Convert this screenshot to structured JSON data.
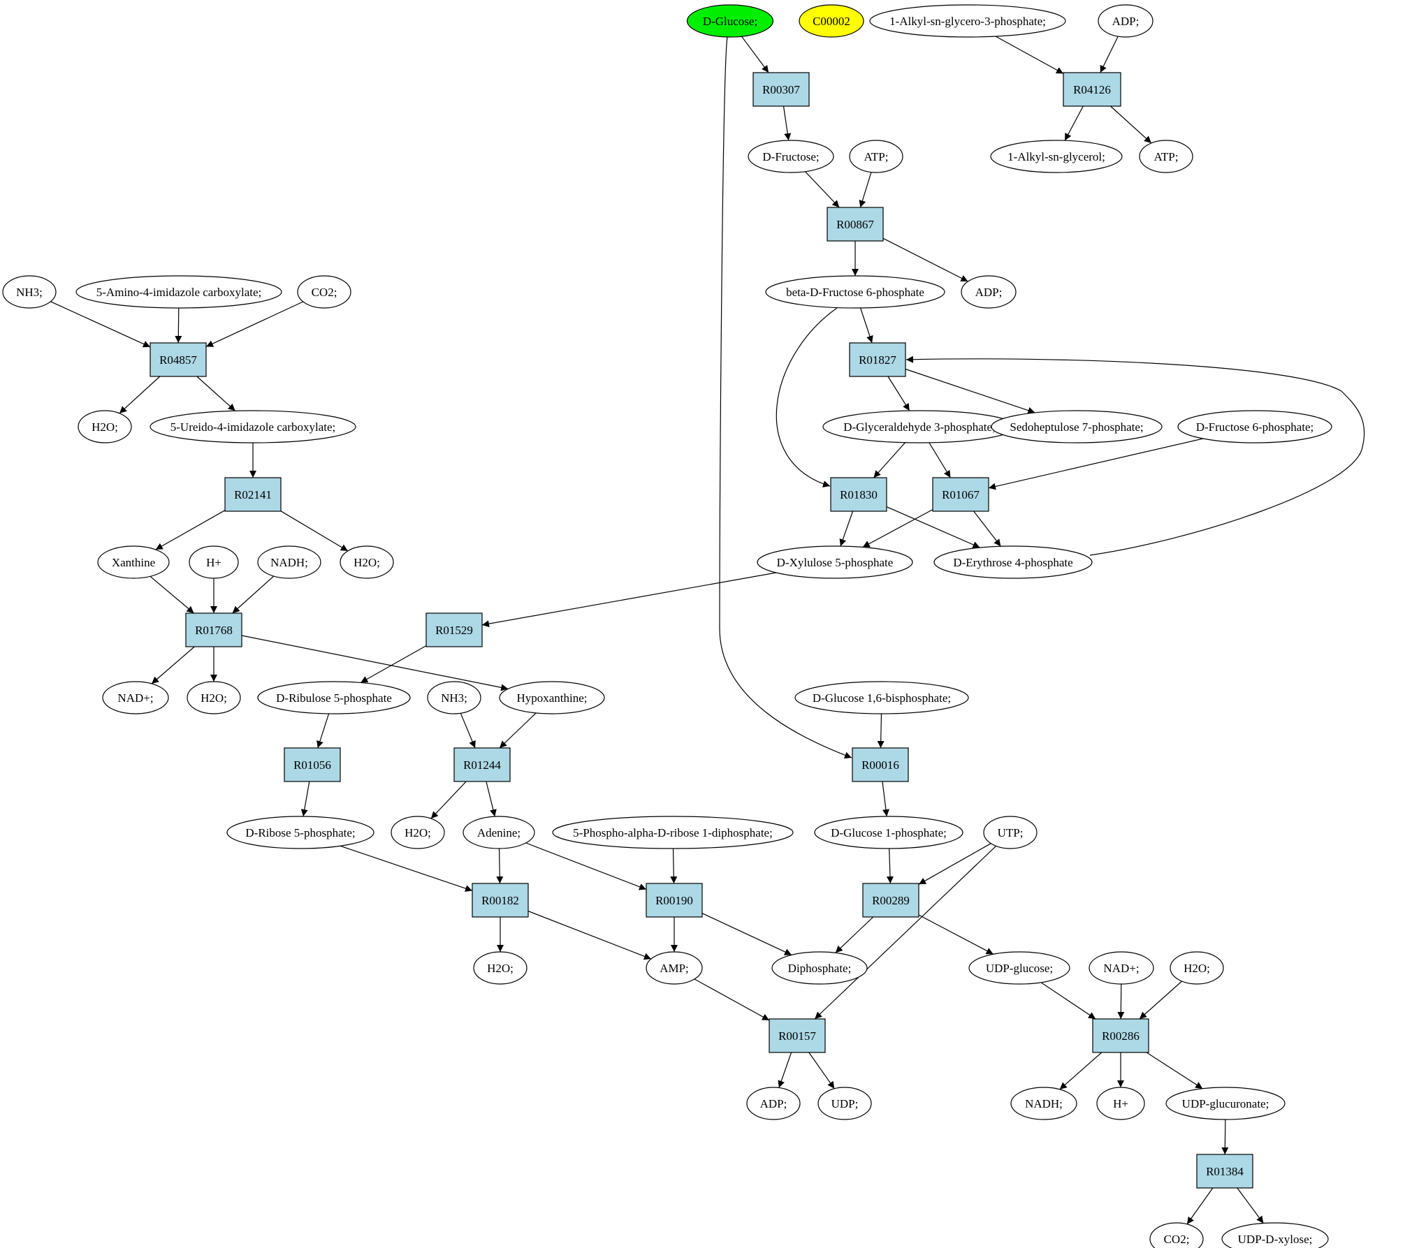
{
  "colors": {
    "reaction_fill": "#add8e6",
    "compound_fill": "#ffffff",
    "highlight_green": "#00ee00",
    "highlight_yellow": "#ffff00"
  },
  "nodes": [
    {
      "id": "D-Glucose",
      "label": "D-Glucose;",
      "kind": "compound",
      "fill": "#00ee00"
    },
    {
      "id": "C00002",
      "label": "C00002",
      "kind": "compound",
      "fill": "#ffff00"
    },
    {
      "id": "AlkylG3P",
      "label": "1-Alkyl-sn-glycero-3-phosphate;",
      "kind": "compound"
    },
    {
      "id": "ADP_top",
      "label": "ADP;",
      "kind": "compound"
    },
    {
      "id": "R00307",
      "label": "R00307",
      "kind": "reaction"
    },
    {
      "id": "R04126",
      "label": "R04126",
      "kind": "reaction"
    },
    {
      "id": "D-Fructose",
      "label": "D-Fructose;",
      "kind": "compound"
    },
    {
      "id": "ATP_1",
      "label": "ATP;",
      "kind": "compound"
    },
    {
      "id": "AlkylGlycerol",
      "label": "1-Alkyl-sn-glycerol;",
      "kind": "compound"
    },
    {
      "id": "ATP_2",
      "label": "ATP;",
      "kind": "compound"
    },
    {
      "id": "R00867",
      "label": "R00867",
      "kind": "reaction"
    },
    {
      "id": "bF6P",
      "label": "beta-D-Fructose 6-phosphate",
      "kind": "compound"
    },
    {
      "id": "ADP_2",
      "label": "ADP;",
      "kind": "compound"
    },
    {
      "id": "NH3_1",
      "label": "NH3;",
      "kind": "compound"
    },
    {
      "id": "AIC",
      "label": "5-Amino-4-imidazole carboxylate;",
      "kind": "compound"
    },
    {
      "id": "CO2_1",
      "label": "CO2;",
      "kind": "compound"
    },
    {
      "id": "R04857",
      "label": "R04857",
      "kind": "reaction"
    },
    {
      "id": "R01827",
      "label": "R01827",
      "kind": "reaction"
    },
    {
      "id": "H2O_1",
      "label": "H2O;",
      "kind": "compound"
    },
    {
      "id": "UIC",
      "label": "5-Ureido-4-imidazole carboxylate;",
      "kind": "compound"
    },
    {
      "id": "G3P",
      "label": "D-Glyceraldehyde 3-phosphate;",
      "kind": "compound"
    },
    {
      "id": "S7P",
      "label": "Sedoheptulose 7-phosphate;",
      "kind": "compound"
    },
    {
      "id": "F6P",
      "label": "D-Fructose 6-phosphate;",
      "kind": "compound"
    },
    {
      "id": "R02141",
      "label": "R02141",
      "kind": "reaction"
    },
    {
      "id": "R01830",
      "label": "R01830",
      "kind": "reaction"
    },
    {
      "id": "R01067",
      "label": "R01067",
      "kind": "reaction"
    },
    {
      "id": "Xanthine",
      "label": "Xanthine",
      "kind": "compound"
    },
    {
      "id": "Hplus_1",
      "label": "H+",
      "kind": "compound"
    },
    {
      "id": "NADH_1",
      "label": "NADH;",
      "kind": "compound"
    },
    {
      "id": "H2O_2",
      "label": "H2O;",
      "kind": "compound"
    },
    {
      "id": "X5P",
      "label": "D-Xylulose 5-phosphate",
      "kind": "compound"
    },
    {
      "id": "E4P",
      "label": "D-Erythrose 4-phosphate",
      "kind": "compound"
    },
    {
      "id": "R01768",
      "label": "R01768",
      "kind": "reaction"
    },
    {
      "id": "R01529",
      "label": "R01529",
      "kind": "reaction"
    },
    {
      "id": "NADplus_1",
      "label": "NAD+;",
      "kind": "compound"
    },
    {
      "id": "H2O_3",
      "label": "H2O;",
      "kind": "compound"
    },
    {
      "id": "Ru5P",
      "label": "D-Ribulose 5-phosphate",
      "kind": "compound"
    },
    {
      "id": "NH3_2",
      "label": "NH3;",
      "kind": "compound"
    },
    {
      "id": "Hypoxanthine",
      "label": "Hypoxanthine;",
      "kind": "compound"
    },
    {
      "id": "G16BP",
      "label": "D-Glucose 1,6-bisphosphate;",
      "kind": "compound"
    },
    {
      "id": "R01056",
      "label": "R01056",
      "kind": "reaction"
    },
    {
      "id": "R01244",
      "label": "R01244",
      "kind": "reaction"
    },
    {
      "id": "R00016",
      "label": "R00016",
      "kind": "reaction"
    },
    {
      "id": "R5P",
      "label": "D-Ribose 5-phosphate;",
      "kind": "compound"
    },
    {
      "id": "H2O_4",
      "label": "H2O;",
      "kind": "compound"
    },
    {
      "id": "Adenine",
      "label": "Adenine;",
      "kind": "compound"
    },
    {
      "id": "PRPP",
      "label": "5-Phospho-alpha-D-ribose 1-diphosphate;",
      "kind": "compound"
    },
    {
      "id": "G1P",
      "label": "D-Glucose 1-phosphate;",
      "kind": "compound"
    },
    {
      "id": "UTP",
      "label": "UTP;",
      "kind": "compound"
    },
    {
      "id": "R00182",
      "label": "R00182",
      "kind": "reaction"
    },
    {
      "id": "R00190",
      "label": "R00190",
      "kind": "reaction"
    },
    {
      "id": "R00289",
      "label": "R00289",
      "kind": "reaction"
    },
    {
      "id": "H2O_5",
      "label": "H2O;",
      "kind": "compound"
    },
    {
      "id": "AMP",
      "label": "AMP;",
      "kind": "compound"
    },
    {
      "id": "Diphosphate",
      "label": "Diphosphate;",
      "kind": "compound"
    },
    {
      "id": "UDPglucose",
      "label": "UDP-glucose;",
      "kind": "compound"
    },
    {
      "id": "NADplus_2",
      "label": "NAD+;",
      "kind": "compound"
    },
    {
      "id": "H2O_6",
      "label": "H2O;",
      "kind": "compound"
    },
    {
      "id": "R00157",
      "label": "R00157",
      "kind": "reaction"
    },
    {
      "id": "R00286",
      "label": "R00286",
      "kind": "reaction"
    },
    {
      "id": "ADP_3",
      "label": "ADP;",
      "kind": "compound"
    },
    {
      "id": "UDP",
      "label": "UDP;",
      "kind": "compound"
    },
    {
      "id": "NADH_2",
      "label": "NADH;",
      "kind": "compound"
    },
    {
      "id": "Hplus_2",
      "label": "H+",
      "kind": "compound"
    },
    {
      "id": "UDPGlcA",
      "label": "UDP-glucuronate;",
      "kind": "compound"
    },
    {
      "id": "R01384",
      "label": "R01384",
      "kind": "reaction"
    },
    {
      "id": "CO2_2",
      "label": "CO2;",
      "kind": "compound"
    },
    {
      "id": "UDPXyl",
      "label": "UDP-D-xylose;",
      "kind": "compound"
    }
  ],
  "edges": [
    {
      "from": "D-Glucose",
      "to": "R00307"
    },
    {
      "from": "D-Glucose",
      "to": "R00016"
    },
    {
      "from": "AlkylG3P",
      "to": "R04126"
    },
    {
      "from": "ADP_top",
      "to": "R04126"
    },
    {
      "from": "R04126",
      "to": "AlkylGlycerol"
    },
    {
      "from": "R04126",
      "to": "ATP_2"
    },
    {
      "from": "R00307",
      "to": "D-Fructose"
    },
    {
      "from": "D-Fructose",
      "to": "R00867"
    },
    {
      "from": "ATP_1",
      "to": "R00867"
    },
    {
      "from": "R00867",
      "to": "bF6P"
    },
    {
      "from": "R00867",
      "to": "ADP_2"
    },
    {
      "from": "bF6P",
      "to": "R01827"
    },
    {
      "from": "bF6P",
      "to": "R01830"
    },
    {
      "from": "R01827",
      "to": "G3P"
    },
    {
      "from": "R01827",
      "to": "S7P"
    },
    {
      "from": "E4P",
      "to": "R01827"
    },
    {
      "from": "G3P",
      "to": "R01830"
    },
    {
      "from": "G3P",
      "to": "R01067"
    },
    {
      "from": "F6P",
      "to": "R01067"
    },
    {
      "from": "R01830",
      "to": "X5P"
    },
    {
      "from": "R01830",
      "to": "E4P"
    },
    {
      "from": "R01067",
      "to": "X5P"
    },
    {
      "from": "R01067",
      "to": "E4P"
    },
    {
      "from": "X5P",
      "to": "R01529"
    },
    {
      "from": "R01529",
      "to": "Ru5P"
    },
    {
      "from": "NH3_1",
      "to": "R04857"
    },
    {
      "from": "AIC",
      "to": "R04857"
    },
    {
      "from": "CO2_1",
      "to": "R04857"
    },
    {
      "from": "R04857",
      "to": "H2O_1"
    },
    {
      "from": "R04857",
      "to": "UIC"
    },
    {
      "from": "UIC",
      "to": "R02141"
    },
    {
      "from": "R02141",
      "to": "Xanthine"
    },
    {
      "from": "R02141",
      "to": "H2O_2"
    },
    {
      "from": "Xanthine",
      "to": "R01768"
    },
    {
      "from": "Hplus_1",
      "to": "R01768"
    },
    {
      "from": "NADH_1",
      "to": "R01768"
    },
    {
      "from": "R01768",
      "to": "NADplus_1"
    },
    {
      "from": "R01768",
      "to": "H2O_3"
    },
    {
      "from": "R01768",
      "to": "Hypoxanthine"
    },
    {
      "from": "Ru5P",
      "to": "R01056"
    },
    {
      "from": "R01056",
      "to": "R5P"
    },
    {
      "from": "NH3_2",
      "to": "R01244"
    },
    {
      "from": "Hypoxanthine",
      "to": "R01244"
    },
    {
      "from": "R01244",
      "to": "H2O_4"
    },
    {
      "from": "R01244",
      "to": "Adenine"
    },
    {
      "from": "G16BP",
      "to": "R00016"
    },
    {
      "from": "R00016",
      "to": "G1P"
    },
    {
      "from": "R5P",
      "to": "R00182"
    },
    {
      "from": "Adenine",
      "to": "R00182"
    },
    {
      "from": "Adenine",
      "to": "R00190"
    },
    {
      "from": "PRPP",
      "to": "R00190"
    },
    {
      "from": "G1P",
      "to": "R00289"
    },
    {
      "from": "UTP",
      "to": "R00289"
    },
    {
      "from": "UTP",
      "to": "R00157"
    },
    {
      "from": "R00182",
      "to": "H2O_5"
    },
    {
      "from": "R00182",
      "to": "AMP"
    },
    {
      "from": "R00190",
      "to": "AMP"
    },
    {
      "from": "R00190",
      "to": "Diphosphate"
    },
    {
      "from": "R00289",
      "to": "Diphosphate"
    },
    {
      "from": "R00289",
      "to": "UDPglucose"
    },
    {
      "from": "AMP",
      "to": "R00157"
    },
    {
      "from": "R00157",
      "to": "ADP_3"
    },
    {
      "from": "R00157",
      "to": "UDP"
    },
    {
      "from": "UDPglucose",
      "to": "R00286"
    },
    {
      "from": "NADplus_2",
      "to": "R00286"
    },
    {
      "from": "H2O_6",
      "to": "R00286"
    },
    {
      "from": "R00286",
      "to": "NADH_2"
    },
    {
      "from": "R00286",
      "to": "Hplus_2"
    },
    {
      "from": "R00286",
      "to": "UDPGlcA"
    },
    {
      "from": "UDPGlcA",
      "to": "R01384"
    },
    {
      "from": "R01384",
      "to": "CO2_2"
    },
    {
      "from": "R01384",
      "to": "UDPXyl"
    }
  ]
}
